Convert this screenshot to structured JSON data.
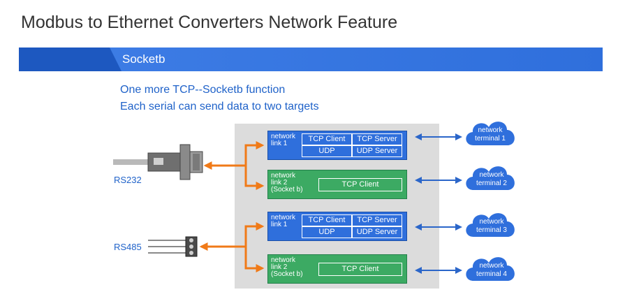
{
  "title": "Modbus to Ethernet Converters Network Feature",
  "banner": {
    "label": "Socketb"
  },
  "subtitles": [
    "One more TCP--Socketb function",
    "Each serial can send data to two targets"
  ],
  "ports": {
    "rs232": "RS232",
    "rs485": "RS485"
  },
  "links": [
    {
      "label_lines": [
        "network",
        "link 1"
      ],
      "cells": [
        "TCP Client",
        "TCP Server",
        "UDP",
        "UDP Server"
      ]
    },
    {
      "label_lines": [
        "network",
        "link 2",
        "(Socket b)"
      ],
      "cell": "TCP Client"
    },
    {
      "label_lines": [
        "network",
        "link 1"
      ],
      "cells": [
        "TCP Client",
        "TCP Server",
        "UDP",
        "UDP Server"
      ]
    },
    {
      "label_lines": [
        "network",
        "link 2",
        "(Socket b)"
      ],
      "cell": "TCP Client"
    }
  ],
  "terminals": [
    {
      "line1": "network",
      "line2": "terminal 1"
    },
    {
      "line1": "network",
      "line2": "terminal 2"
    },
    {
      "line1": "network",
      "line2": "terminal 3"
    },
    {
      "line1": "network",
      "line2": "terminal 4"
    }
  ],
  "colors": {
    "banner": "#2f6fdc",
    "link1": "#2f6fdc",
    "link2": "#3caa63",
    "arrow_orange": "#f07a18",
    "arrow_blue": "#2b66c9",
    "cloud": "#2f6fdc"
  }
}
